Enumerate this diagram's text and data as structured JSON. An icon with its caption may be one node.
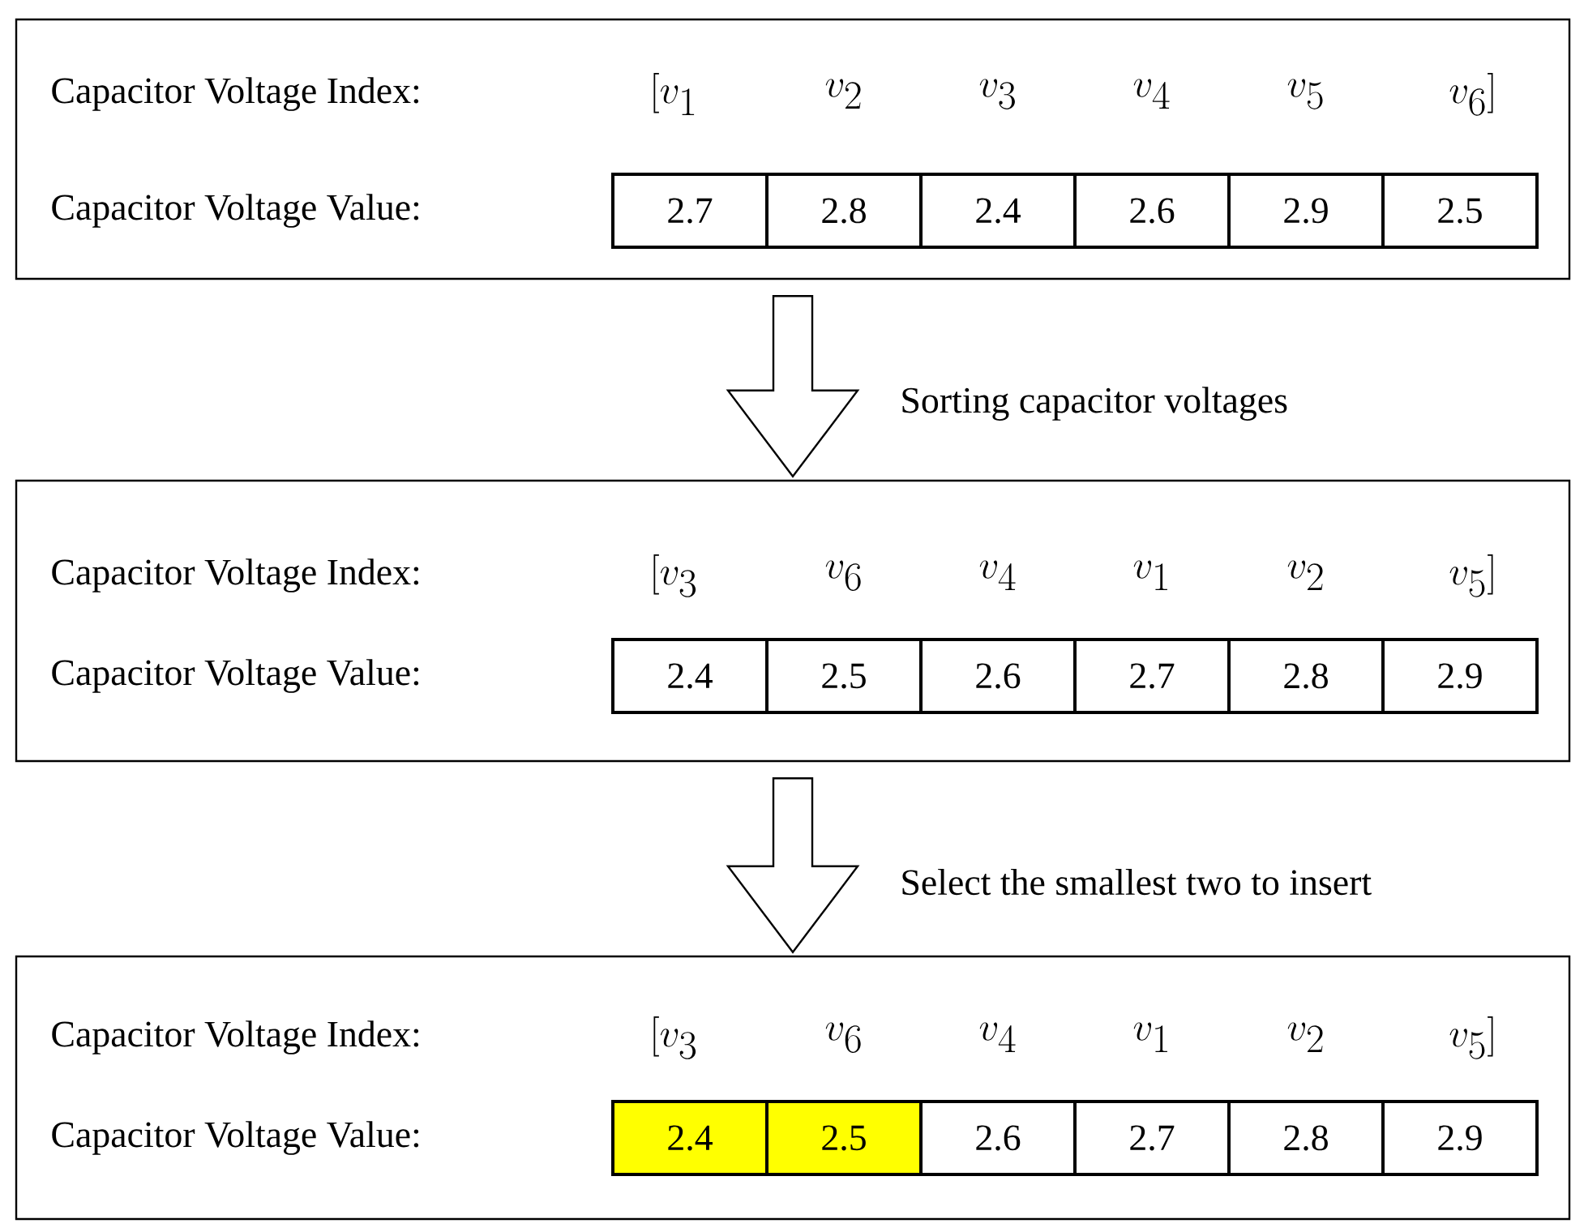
{
  "diagram": {
    "nodes": [
      {
        "text": [
          "Capacitor Voltage Index:",
          "Capacitor Voltage Value:",
          "[v_{1}",
          "v_{2}",
          "v_{3}",
          "v_{4}",
          "v_{5}",
          "v_{6}]"
        ]
      },
      {
        "text": [
          "2.7"
        ],
        "in": 0
      },
      {
        "text": [
          "2.8"
        ],
        "in": 0
      },
      {
        "text": [
          "2.4"
        ],
        "in": 0
      },
      {
        "text": [
          "2.6"
        ],
        "in": 0
      },
      {
        "text": [
          "2.9"
        ],
        "in": 0
      },
      {
        "text": [
          "2.5"
        ],
        "in": 0
      },
      {
        "text": [
          "Capacitor Voltage Index:",
          "Capacitor Voltage Value:",
          "[v_{3}",
          "v_{6}",
          "v_{4}",
          "v_{1}",
          "v_{2}",
          "v_{5}]"
        ]
      },
      {
        "text": [
          "2.4"
        ],
        "in": 7
      },
      {
        "text": [
          "2.5"
        ],
        "in": 7
      },
      {
        "text": [
          "2.6"
        ],
        "in": 7
      },
      {
        "text": [
          "2.7"
        ],
        "in": 7
      },
      {
        "text": [
          "2.8"
        ],
        "in": 7
      },
      {
        "text": [
          "2.9"
        ],
        "in": 7
      },
      {
        "text": [
          "Capacitor Voltage Index:",
          "Capacitor Voltage Value:",
          "[v_{3}",
          "v_{6}",
          "v_{4}",
          "v_{1}",
          "v_{2}",
          "v_{5}]"
        ]
      },
      {
        "text": [
          "2.4"
        ],
        "in": 14
      },
      {
        "text": [
          "2.5"
        ],
        "in": 14
      },
      {
        "text": [
          "2.6"
        ],
        "in": 14
      },
      {
        "text": [
          "2.7"
        ],
        "in": 14
      },
      {
        "text": [
          "2.8"
        ],
        "in": 14
      },
      {
        "text": [
          "2.9"
        ],
        "in": 14
      }
    ],
    "edges": [
      {
        "from": 0,
        "to": 7,
        "arrow": "to",
        "label": "Sorting capacitor voltages"
      },
      {
        "from": 7,
        "to": 14,
        "arrow": "to",
        "label": "Select the smallest two to insert"
      }
    ]
  }
}
